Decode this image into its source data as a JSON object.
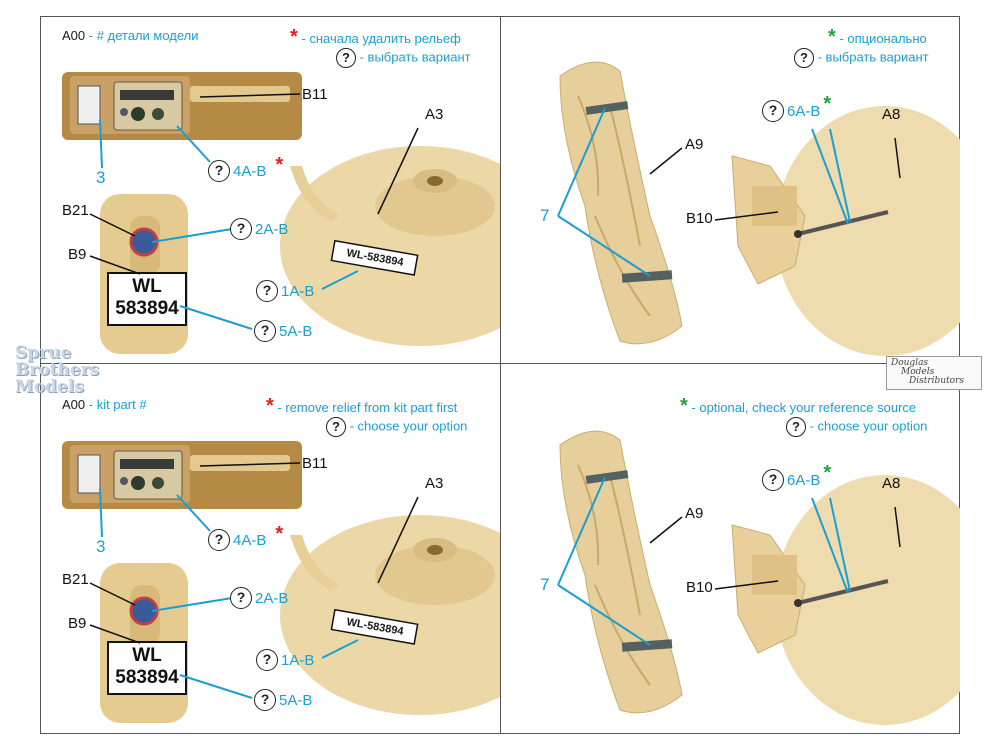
{
  "panel_tl": {
    "code": "A00",
    "code_note": " - # детали модели",
    "star_note": " - сначала удалить рельеф",
    "choose_note": " - выбрать вариант",
    "labels": {
      "b11": "B11",
      "a3": "A3",
      "b21": "B21",
      "b9": "B9",
      "three": "3"
    },
    "callouts": {
      "c4": "4A-B",
      "c2": "2A-B",
      "c1": "1A-B",
      "c5": "5A-B"
    },
    "plate_top": "WL",
    "plate_num": "583894",
    "plate_small": "WL-583894"
  },
  "panel_tr": {
    "optional_note": " - опционально",
    "choose_note": " - выбрать вариант",
    "labels": {
      "a9": "A9",
      "a8": "A8",
      "b10": "B10",
      "seven": "7"
    },
    "callouts": {
      "c6": "6A-B"
    }
  },
  "panel_bl": {
    "code": "A00",
    "code_note": " - kit part #",
    "star_note": " - remove relief from kit part first",
    "choose_note": " - choose your option",
    "labels": {
      "b11": "B11",
      "a3": "A3",
      "b21": "B21",
      "b9": "B9",
      "three": "3"
    },
    "callouts": {
      "c4": "4A-B",
      "c2": "2A-B",
      "c1": "1A-B",
      "c5": "5A-B"
    },
    "plate_top": "WL",
    "plate_num": "583894",
    "plate_small": "WL-583894"
  },
  "panel_br": {
    "optional_note": " - optional, check your reference source",
    "choose_note": " - choose your option",
    "labels": {
      "a9": "A9",
      "a8": "A8",
      "b10": "B10",
      "seven": "7"
    },
    "callouts": {
      "c6": "6A-B"
    }
  },
  "symbols": {
    "question": "?",
    "asterisk": "*"
  },
  "watermark": {
    "line1": "Sprue",
    "line2": "Brothers",
    "line3": "Models"
  },
  "logo": {
    "line1": "Douglas",
    "line2": "Models",
    "line3": "Distributors"
  },
  "colors": {
    "accent_blue": "#1a9fd0",
    "red": "#e02020",
    "green": "#1fa340",
    "resin": "#e8d3a2"
  }
}
